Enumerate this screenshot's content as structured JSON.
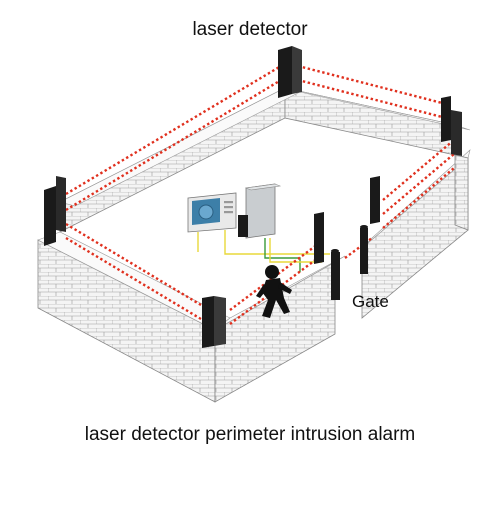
{
  "labels": {
    "top": "laser detector",
    "gate": "Gate",
    "caption": "laser detector perimeter intrusion alarm"
  },
  "colors": {
    "beam": "#e0301e",
    "wall_fill": "#f4f4f4",
    "wall_line": "#8a8a8a",
    "detector": "#1a1a1a",
    "cable_yellow": "#e8d83a",
    "cable_green": "#3a9a3a",
    "panel": "#cfd3d6",
    "monitor_screen": "#3d7fa8"
  },
  "icons": {
    "detector": "laser-detector-post-icon",
    "intruder": "running-intruder-icon",
    "control_box": "alarm-control-box-icon",
    "monitor": "monitor-icon"
  }
}
